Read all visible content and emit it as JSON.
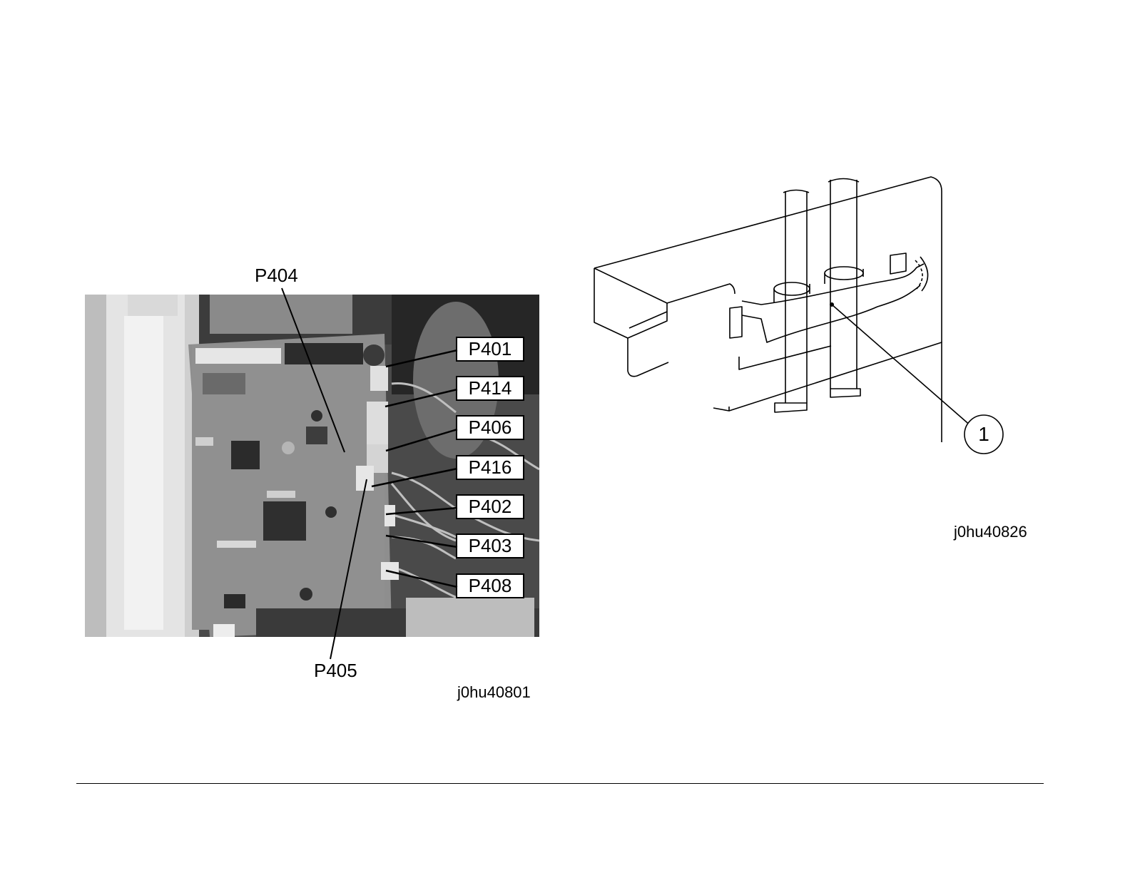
{
  "figure_photo": {
    "callouts": [
      "P401",
      "P414",
      "P406",
      "P416",
      "P402",
      "P403",
      "P408"
    ],
    "top_label": "P404",
    "bottom_label": "P405",
    "figure_id": "j0hu40801"
  },
  "figure_drawing": {
    "callout_number": "1",
    "figure_id": "j0hu40826"
  }
}
